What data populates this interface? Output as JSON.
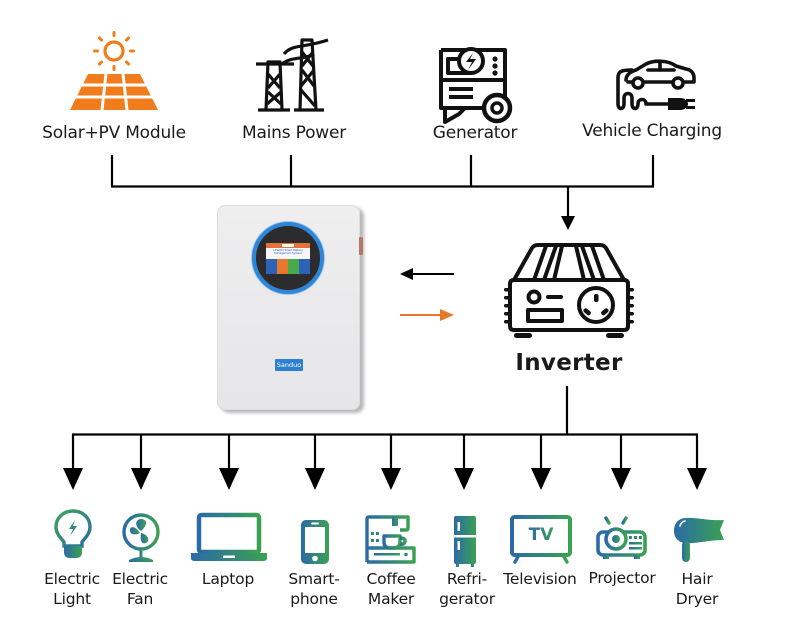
{
  "title": "Home energy storage system diagram",
  "colors": {
    "line": "#000000",
    "solar_orange": "#f07c1b",
    "charge_arrow": "#e8772a",
    "appliance_gradient_start": "#2b6aa7",
    "appliance_gradient_end": "#3aa152",
    "battery_ring": "#2f86d6"
  },
  "sources": [
    {
      "label": "Solar+PV Module",
      "icon": "solar-panel-icon"
    },
    {
      "label": "Mains Power",
      "icon": "power-tower-icon"
    },
    {
      "label": "Generator",
      "icon": "generator-icon"
    },
    {
      "label": "Vehicle Charging",
      "icon": "ev-charging-icon"
    }
  ],
  "battery": {
    "brand": "Sanduo",
    "screen_title": "LiFePO4 Smart Battery Management System",
    "screen_tiles": [
      "#2c63b6",
      "#e7772f",
      "#4aa94a",
      "#2c63b6"
    ]
  },
  "flow_arrows": [
    {
      "direction": "left",
      "meaning": "discharge",
      "color": "#000000"
    },
    {
      "direction": "right",
      "meaning": "charge",
      "color": "#e8772a"
    }
  ],
  "inverter": {
    "label": "Inverter",
    "icon": "inverter-icon"
  },
  "loads": [
    {
      "label": "Electric\nLight",
      "icon": "light-bulb-icon"
    },
    {
      "label": "Electric\nFan",
      "icon": "fan-icon"
    },
    {
      "label": "Laptop",
      "icon": "laptop-icon"
    },
    {
      "label": "Smart-\nphone",
      "icon": "smartphone-icon"
    },
    {
      "label": "Coffee\nMaker",
      "icon": "coffee-maker-icon"
    },
    {
      "label": "Refri-\ngerator",
      "icon": "refrigerator-icon"
    },
    {
      "label": "Television",
      "icon": "television-icon",
      "icon_text": "TV"
    },
    {
      "label": "Projector",
      "icon": "projector-icon"
    },
    {
      "label": "Hair\nDryer",
      "icon": "hair-dryer-icon"
    }
  ]
}
